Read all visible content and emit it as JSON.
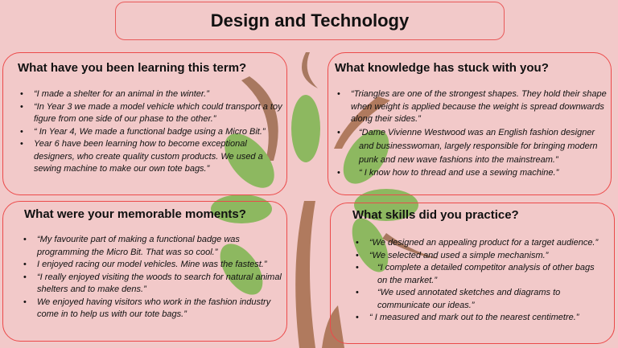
{
  "title": "Design and Technology",
  "colors": {
    "background": "#f2c9c9",
    "border": "#ec4a4a",
    "leaf": "#8db860",
    "branch": "#b07a5e"
  },
  "sections": [
    {
      "heading": "What have you been learning this term?",
      "items": [
        "“I made a shelter for an animal in the winter.”",
        "“In Year 3 we made a model vehicle which could transport a toy figure from one side of our phase to the other.”",
        "“ In Year 4, We made a functional  badge using a Micro Bit.”",
        "Year 6 have been learning how to become exceptional designers, who create quality custom products. We used a sewing machine to make our own tote bags.”"
      ]
    },
    {
      "heading": "What knowledge has stuck with you?",
      "items": [
        "“Triangles are one of the strongest shapes. They hold their shape when weight is applied because the weight is spread downwards along their sides.”",
        "“Dame Vivienne Westwood was an English fashion designer and businesswoman, largely responsible for bringing modern punk and new wave fashions into the mainstream.”",
        "“ I know how to thread and use a sewing machine.”"
      ]
    },
    {
      "heading": "What were your memorable moments?",
      "items": [
        "“My favourite part of making a functional badge was programming the Micro Bit.  That was so cool.”",
        "I enjoyed racing our model vehicles. Mine was the fastest.”",
        "“I really enjoyed visiting the woods to search for natural animal shelters and to make dens.”",
        "We enjoyed having visitors who work in the fashion industry come in to help us with our tote bags.”"
      ]
    },
    {
      "heading": "What skills did you practice?",
      "items": [
        "“We designed an appealing product for a target audience.”",
        "“We selected and used a simple mechanism.”",
        "“I complete a detailed competitor analysis of other bags on the market.”",
        "“We used annotated sketches and diagrams to communicate our ideas.”",
        "“ I measured and mark out to the nearest centimetre.”"
      ]
    }
  ]
}
